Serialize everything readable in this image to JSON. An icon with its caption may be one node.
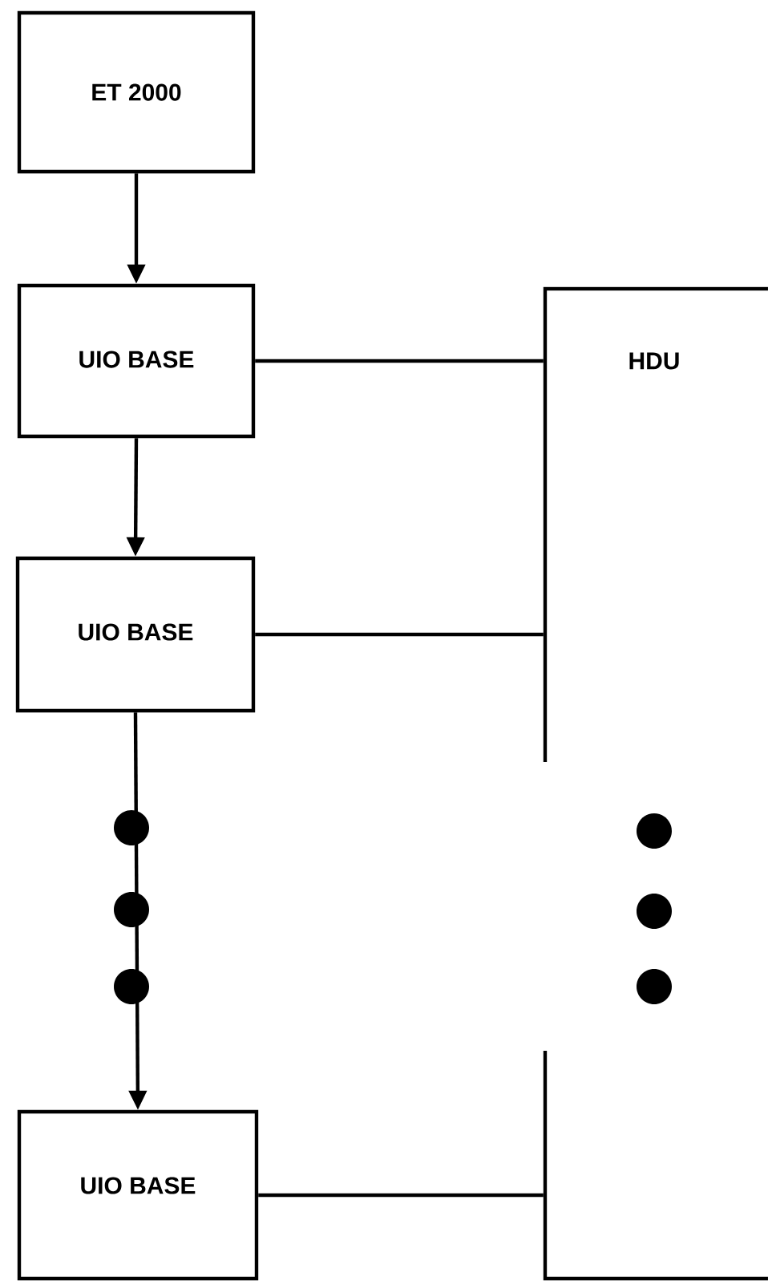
{
  "diagram": {
    "nodes": [
      {
        "text": [
          "ET 2000"
        ]
      },
      {
        "text": [
          "UIO BASE"
        ]
      },
      {
        "text": [
          "UIO BASE"
        ]
      },
      {
        "text": [
          "UIO BASE"
        ]
      },
      {
        "text": [
          "HDU"
        ]
      }
    ],
    "edges": [
      {
        "from": 0,
        "to": 1,
        "arrow": "to"
      },
      {
        "from": 1,
        "to": 2,
        "arrow": "to"
      },
      {
        "from": 2,
        "to": 3,
        "arrow": "to"
      },
      {
        "from": 1,
        "to": 4,
        "arrow": "none"
      },
      {
        "from": 2,
        "to": 4,
        "arrow": "none"
      },
      {
        "from": 3,
        "to": 4,
        "arrow": "none"
      }
    ]
  }
}
